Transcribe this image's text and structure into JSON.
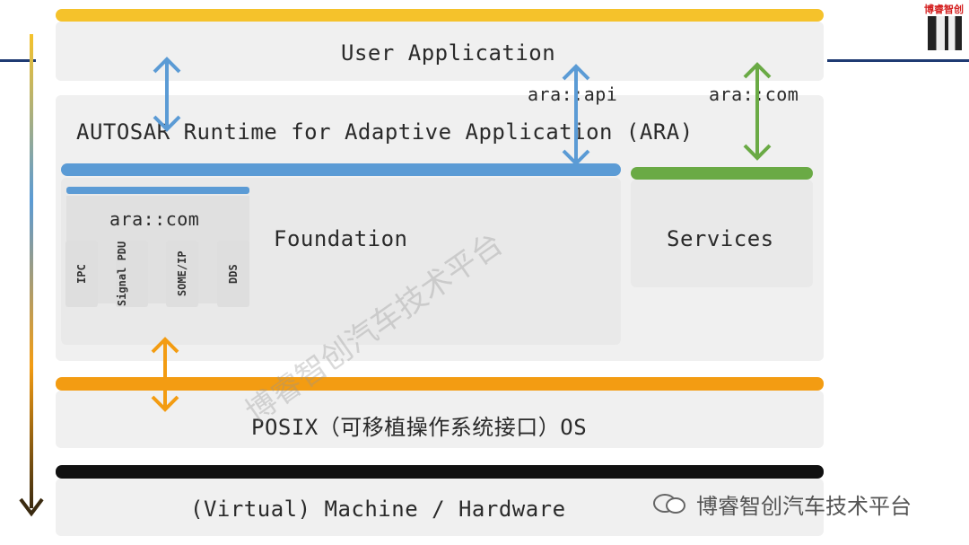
{
  "layers": {
    "user_application": "User Application",
    "ara_api": "ara::api",
    "ara_com_top": "ara::com",
    "ara_runtime": "AUTOSAR Runtime for Adaptive Application (ARA)",
    "foundation": "Foundation",
    "services": "Services",
    "ara_com_box": "ara::com",
    "posix": "POSIX（可移植操作系统接口）OS",
    "machine": "(Virtual) Machine / Hardware"
  },
  "protocols": [
    "IPC",
    "Signal PDU",
    "SOME/IP",
    "DDS"
  ],
  "watermark": "博睿智创汽车技术平台",
  "brand": {
    "corner": "博睿智创",
    "bottom": "博睿智创汽车技术平台"
  },
  "colors": {
    "yellow": "#f5c22b",
    "blue": "#5b9bd5",
    "green": "#6aaa45",
    "orange": "#f39c12",
    "black": "#111111",
    "navy": "#1f3b73",
    "panel": "#f0f0f0"
  }
}
